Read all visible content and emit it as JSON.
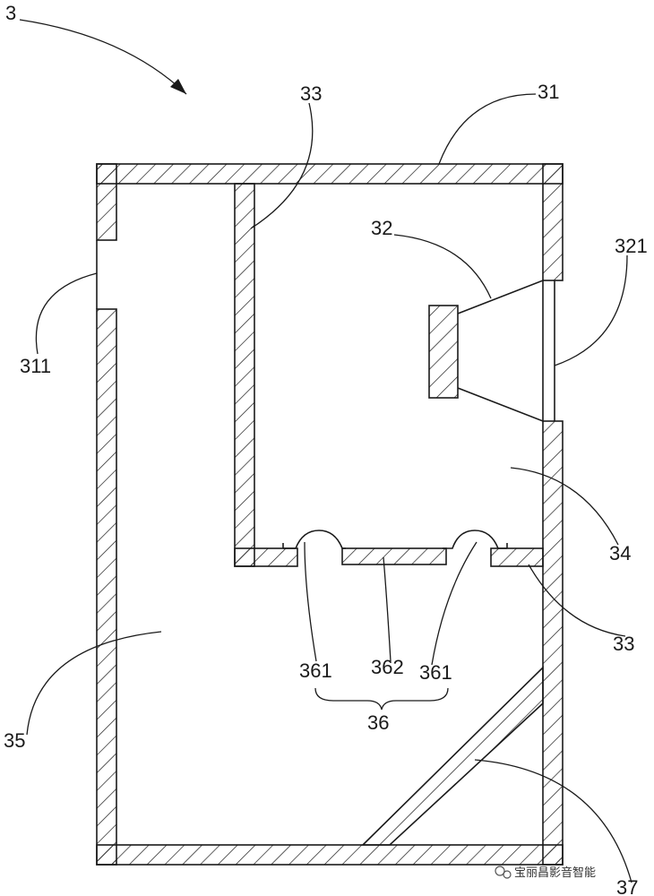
{
  "figure": {
    "labels": {
      "assembly": "3",
      "housing": "31",
      "port_opening": "311",
      "speaker": "32",
      "speaker_opening": "321",
      "partition_top": "33",
      "partition_bottom": "33",
      "front_chamber": "34",
      "rear_chamber": "35",
      "passive_group": "36",
      "surround_left": "361",
      "diaphragm": "362",
      "surround_right": "361",
      "baffle": "37"
    },
    "watermark": "宝丽昌影音智能",
    "colors": {
      "line": "#1a1a1a",
      "background": "#ffffff"
    }
  }
}
